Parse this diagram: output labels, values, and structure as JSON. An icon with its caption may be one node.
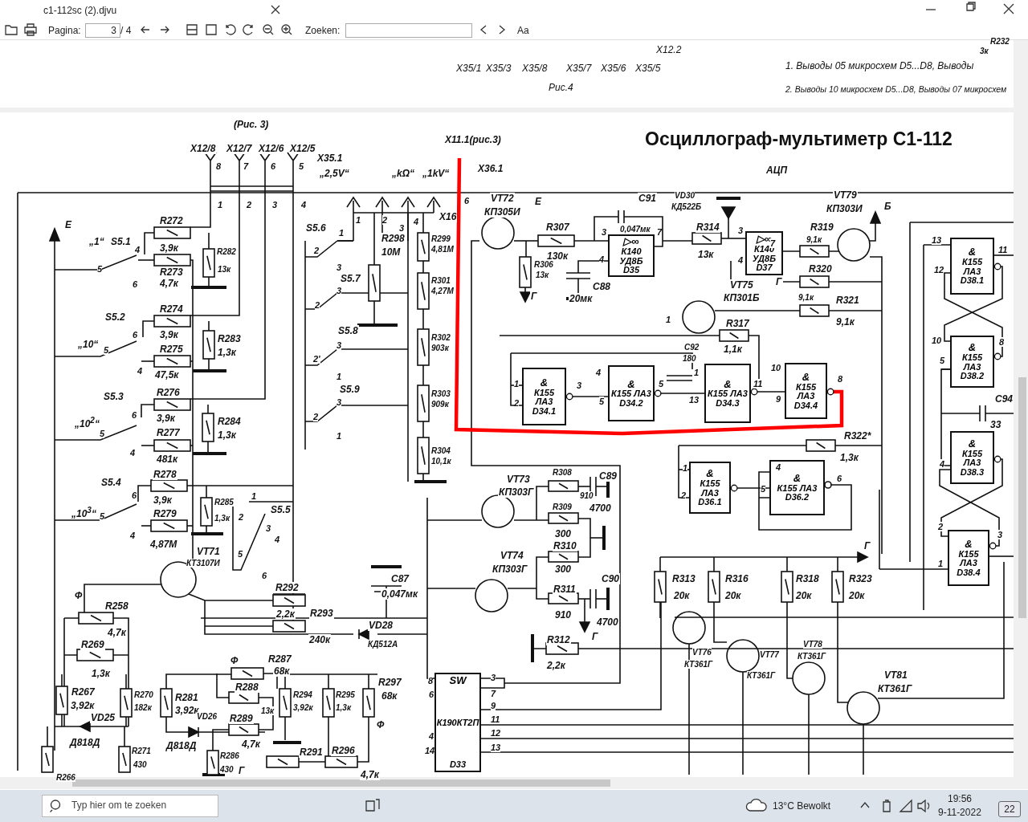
{
  "diagram": {
    "title": "Осциллограф-мультиметр С1-112",
    "nodes": [
      {
        "text": [
          "▷∞",
          "К140 УД8Б D35"
        ]
      },
      {
        "text": [
          "▷∞",
          "К140 УД8Б D37"
        ]
      },
      {
        "text": [
          "&",
          "К155 ЛА3 D34.1"
        ]
      },
      {
        "text": [
          "&",
          "К155 ЛА3 D34.2"
        ]
      },
      {
        "text": [
          "&",
          "К155 ЛА3 D34.3"
        ]
      },
      {
        "text": [
          "&",
          "К155 ЛА3 D34.4"
        ]
      },
      {
        "text": [
          "&",
          "К155 ЛА3 D36.1"
        ]
      },
      {
        "text": [
          "&",
          "К155 ЛА3 D36.2"
        ]
      },
      {
        "text": [
          "&",
          "К155 ЛА3 D38.1"
        ]
      },
      {
        "text": [
          "&",
          "К155 ЛА3 D38.2"
        ]
      },
      {
        "text": [
          "&",
          "К155 ЛА3 D38.3"
        ]
      },
      {
        "text": [
          "&",
          "К155 ЛА3 D38.4"
        ]
      },
      {
        "text": [
          "SW",
          "К190КТ2П",
          "D33"
        ]
      }
    ],
    "edges": [
      {
        "from": 2,
        "to": 3,
        "arrow": "other"
      },
      {
        "from": 3,
        "to": 4,
        "arrow": "other"
      },
      {
        "from": 4,
        "to": 5,
        "arrow": "other"
      },
      {
        "from": 5,
        "to": null,
        "arrow": "other",
        "style": "thick",
        "color": "#ff0000"
      },
      {
        "from": 6,
        "to": 7,
        "arrow": "other"
      },
      {
        "from": 8,
        "to": 9,
        "arrow": "other"
      },
      {
        "from": 9,
        "to": 8,
        "arrow": "other"
      },
      {
        "from": 10,
        "to": 11,
        "arrow": "other"
      },
      {
        "from": 11,
        "to": 10,
        "arrow": "other"
      },
      {
        "from": 9,
        "to": 10,
        "arrow": "none"
      }
    ],
    "labels": [
      "c1-112sc (2).djvu",
      "Pagina:",
      "3",
      "/ 4",
      "Zoeken:",
      "Aa",
      "X35/1",
      "X35/3",
      "X35/8",
      "X35/7",
      "X35/6",
      "X35/5",
      "X12.2",
      "Рис.4",
      "1. Выводы 05 микросхем D5...D8, Выводы",
      "2. Выводы 10 микросхем D5...D8, Выводы 07 микросхем",
      "R232",
      "3к",
      "(Рис. 3)",
      "X12/8",
      "X12/7",
      "X12/6",
      "X12/5",
      "8",
      "7",
      "6",
      "5",
      "X35.1",
      "„2,5V“",
      "„kΩ“",
      "„1kV“",
      "X11.1(рис.3)",
      "X36.1",
      "1",
      "2",
      "3",
      "4",
      "E",
      "„1“",
      "S5.1",
      "4",
      "5",
      "6",
      "R272",
      "3,9к",
      "R273",
      "4,7к",
      "R282",
      "13к",
      "S5.2",
      "„10“",
      "6",
      "5",
      "4",
      "R274",
      "3,9к",
      "R275",
      "47,5к",
      "R283",
      "1,3к",
      "S5.3",
      "„10$^{2}$“",
      "6",
      "5",
      "R276",
      "3,9к",
      "R277",
      "481к",
      "R284",
      "1,3к",
      "S5.4",
      "„10$^{3}$“",
      "6",
      "5",
      "4",
      "4",
      "R278",
      "3,9к",
      "R279",
      "4,87М",
      "R285",
      "1,3к",
      "VT71",
      "КТ3107И",
      "S5.5",
      "1",
      "2",
      "3",
      "4",
      "5",
      "6",
      "R292",
      "2,2к",
      "R293",
      "240к",
      "R258",
      "4,7к",
      "R269",
      "1,3к",
      "R267",
      "3,92к",
      "VD25",
      "Д818Д",
      "R270",
      "182к",
      "R266",
      "R271",
      "430",
      "R281",
      "3,92к",
      "VD26",
      "Д818Д",
      "R287",
      "68к",
      "R288",
      "13к",
      "R289",
      "4,7к",
      "R286",
      "430",
      "Г",
      "R294",
      "3,92к",
      "R295",
      "1,3к",
      "R291",
      "R296",
      "4,7к",
      "R297",
      "68к",
      "C87",
      "0,047мк",
      "VD28",
      "КД512А",
      "S5.6",
      "1",
      "2",
      "3",
      "S5.7",
      "3",
      "2",
      "S5.8",
      "3",
      "2'",
      "1",
      "S5.9",
      "3",
      "2",
      "1",
      "1",
      "2",
      "3",
      "4",
      "X16",
      "R298",
      "10М",
      "R299",
      "4,81М",
      "R301",
      "4,27М",
      "R302",
      "903к",
      "R303",
      "909к",
      "R304",
      "10,1к",
      "6",
      "VT72",
      "КП305И",
      "E",
      "R307",
      "130к",
      "R306",
      "13к",
      "Г",
      "C88",
      "20мк",
      "C91",
      "3",
      "0,047мк",
      "4",
      "7",
      "VD30",
      "КД522Б",
      "R314",
      "13к",
      "3",
      "4",
      "7",
      "VT75",
      "КП301Б",
      "VT79",
      "КП303И",
      "Б",
      "R319",
      "9,1к",
      "R320",
      "Г",
      "9,1к",
      "R321",
      "9,1к",
      "АЦП",
      "1",
      "R317",
      "C92",
      "1,1к",
      "180",
      "1",
      "1",
      "2",
      "3",
      "4",
      "5",
      "5",
      "13",
      "11",
      "10",
      "9",
      "8",
      "R322*",
      "1,3к",
      "1",
      "2",
      "4",
      "5",
      "6",
      "Г",
      "R313",
      "20к",
      "R316",
      "20к",
      "R318",
      "20к",
      "R323",
      "20к",
      "VT76",
      "КТ361Г",
      "VT77",
      "КТ361Г",
      "VT78",
      "КТ361Г",
      "VT81",
      "КТ361Г",
      "8",
      "6",
      "4",
      "14",
      "3",
      "7",
      "9",
      "11",
      "12",
      "13",
      "VT73",
      "КП303Г",
      "R308",
      "C89",
      "910",
      "R309",
      "4700",
      "300",
      "R310",
      "300",
      "VT74",
      "КП303Г",
      "R311",
      "910",
      "C90",
      "4700",
      "Г",
      "R312",
      "2,2к",
      "13",
      "12",
      "11",
      "10",
      "8",
      "5",
      "C94",
      "33",
      "4",
      "2",
      "3",
      "1",
      "Ф",
      "Ф",
      "Ф",
      "Typ hier om te zoeken",
      "13°C Bewolkt",
      "19:56",
      "9-11-2022",
      "22"
    ]
  }
}
